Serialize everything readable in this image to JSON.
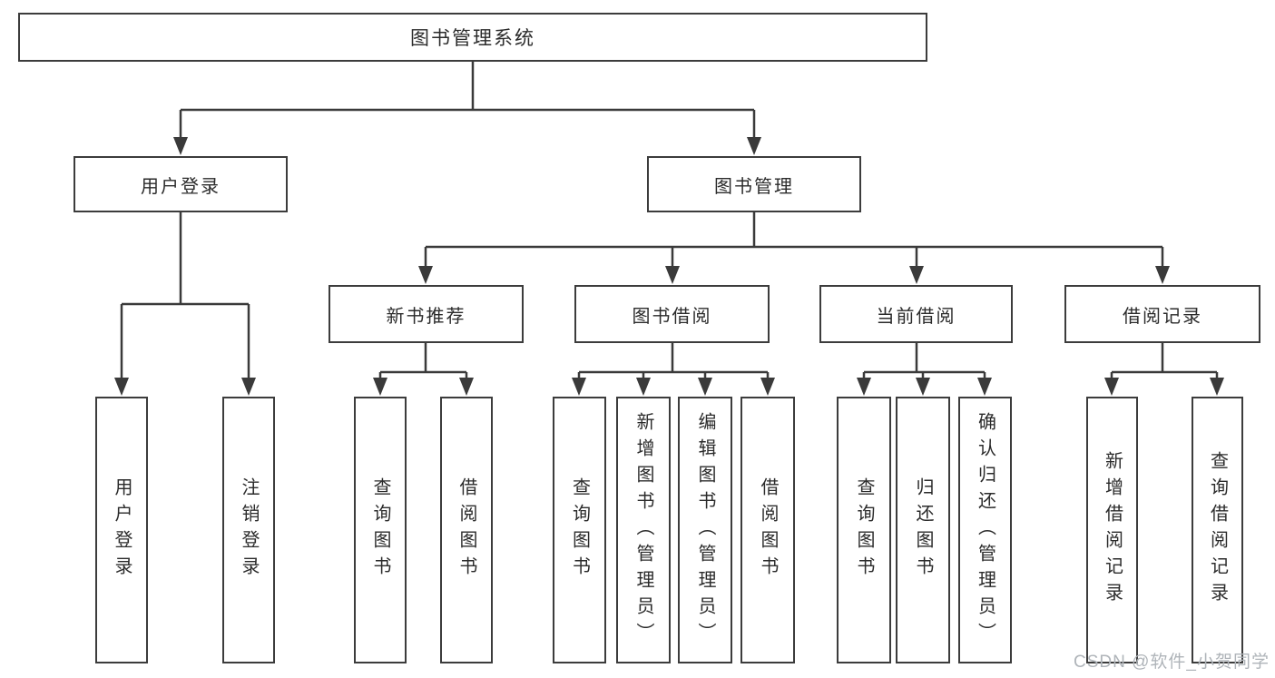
{
  "diagram": {
    "title_node": "图书管理系统",
    "level2": {
      "user_login": "用户登录",
      "book_management": "图书管理"
    },
    "level3": {
      "new_book_recommend": "新书推荐",
      "book_borrowing": "图书借阅",
      "current_borrowing": "当前借阅",
      "borrowing_records": "借阅记录"
    },
    "leaves": {
      "user_login": "用户登录",
      "logout_login": "注销登录",
      "query_books_recommend": "查询图书",
      "borrow_books_recommend": "借阅图书",
      "query_books_borrowing": "查询图书",
      "add_books_admin": "新增图书（管理员）",
      "edit_books_admin": "编辑图书（管理员）",
      "borrow_books_borrowing": "借阅图书",
      "query_books_current": "查询图书",
      "return_books": "归还图书",
      "confirm_return_admin": "确认归还（管理员）",
      "add_borrow_record": "新增借阅记录",
      "query_borrow_record": "查询借阅记录"
    }
  },
  "watermark": "CSDN @软件_小贺同学",
  "colors": {
    "line": "#3a3a3a",
    "box_border": "#3c3c3c",
    "text": "#2b2b2b",
    "watermark": "#afb4b9",
    "background": "#ffffff"
  }
}
